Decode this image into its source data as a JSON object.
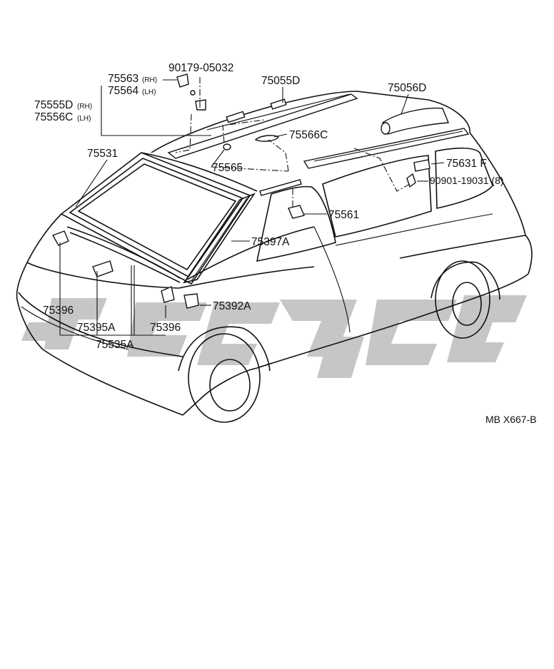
{
  "diagram": {
    "reference_code": "MB X667-B",
    "watermark_text": "toyota",
    "colors": {
      "line": "#111111",
      "watermark": "#c6c6c6",
      "background": "#ffffff"
    }
  },
  "parts": {
    "p75563": {
      "number": "75563",
      "suffix": "(RH)"
    },
    "p75564": {
      "number": "75564",
      "suffix": "(LH)"
    },
    "p75555D": {
      "number": "75555D",
      "suffix": "(RH)"
    },
    "p75556C": {
      "number": "75556C",
      "suffix": "(LH)"
    },
    "p90179": {
      "number": "90179-05032"
    },
    "p75055D": {
      "number": "75055D"
    },
    "p75056D": {
      "number": "75056D"
    },
    "p75566C": {
      "number": "75566C"
    },
    "p75565": {
      "number": "75565"
    },
    "p75531": {
      "number": "75531"
    },
    "p75631F": {
      "number": "75631 F"
    },
    "p90901": {
      "number": "90901-19031 (8)"
    },
    "p75561": {
      "number": "75561"
    },
    "p75397A": {
      "number": "75397A"
    },
    "p75392A": {
      "number": "75392A"
    },
    "p75396_left": {
      "number": "75396"
    },
    "p75396_right": {
      "number": "75396"
    },
    "p75395A": {
      "number": "75395A"
    },
    "p75535A": {
      "number": "75535A"
    }
  }
}
